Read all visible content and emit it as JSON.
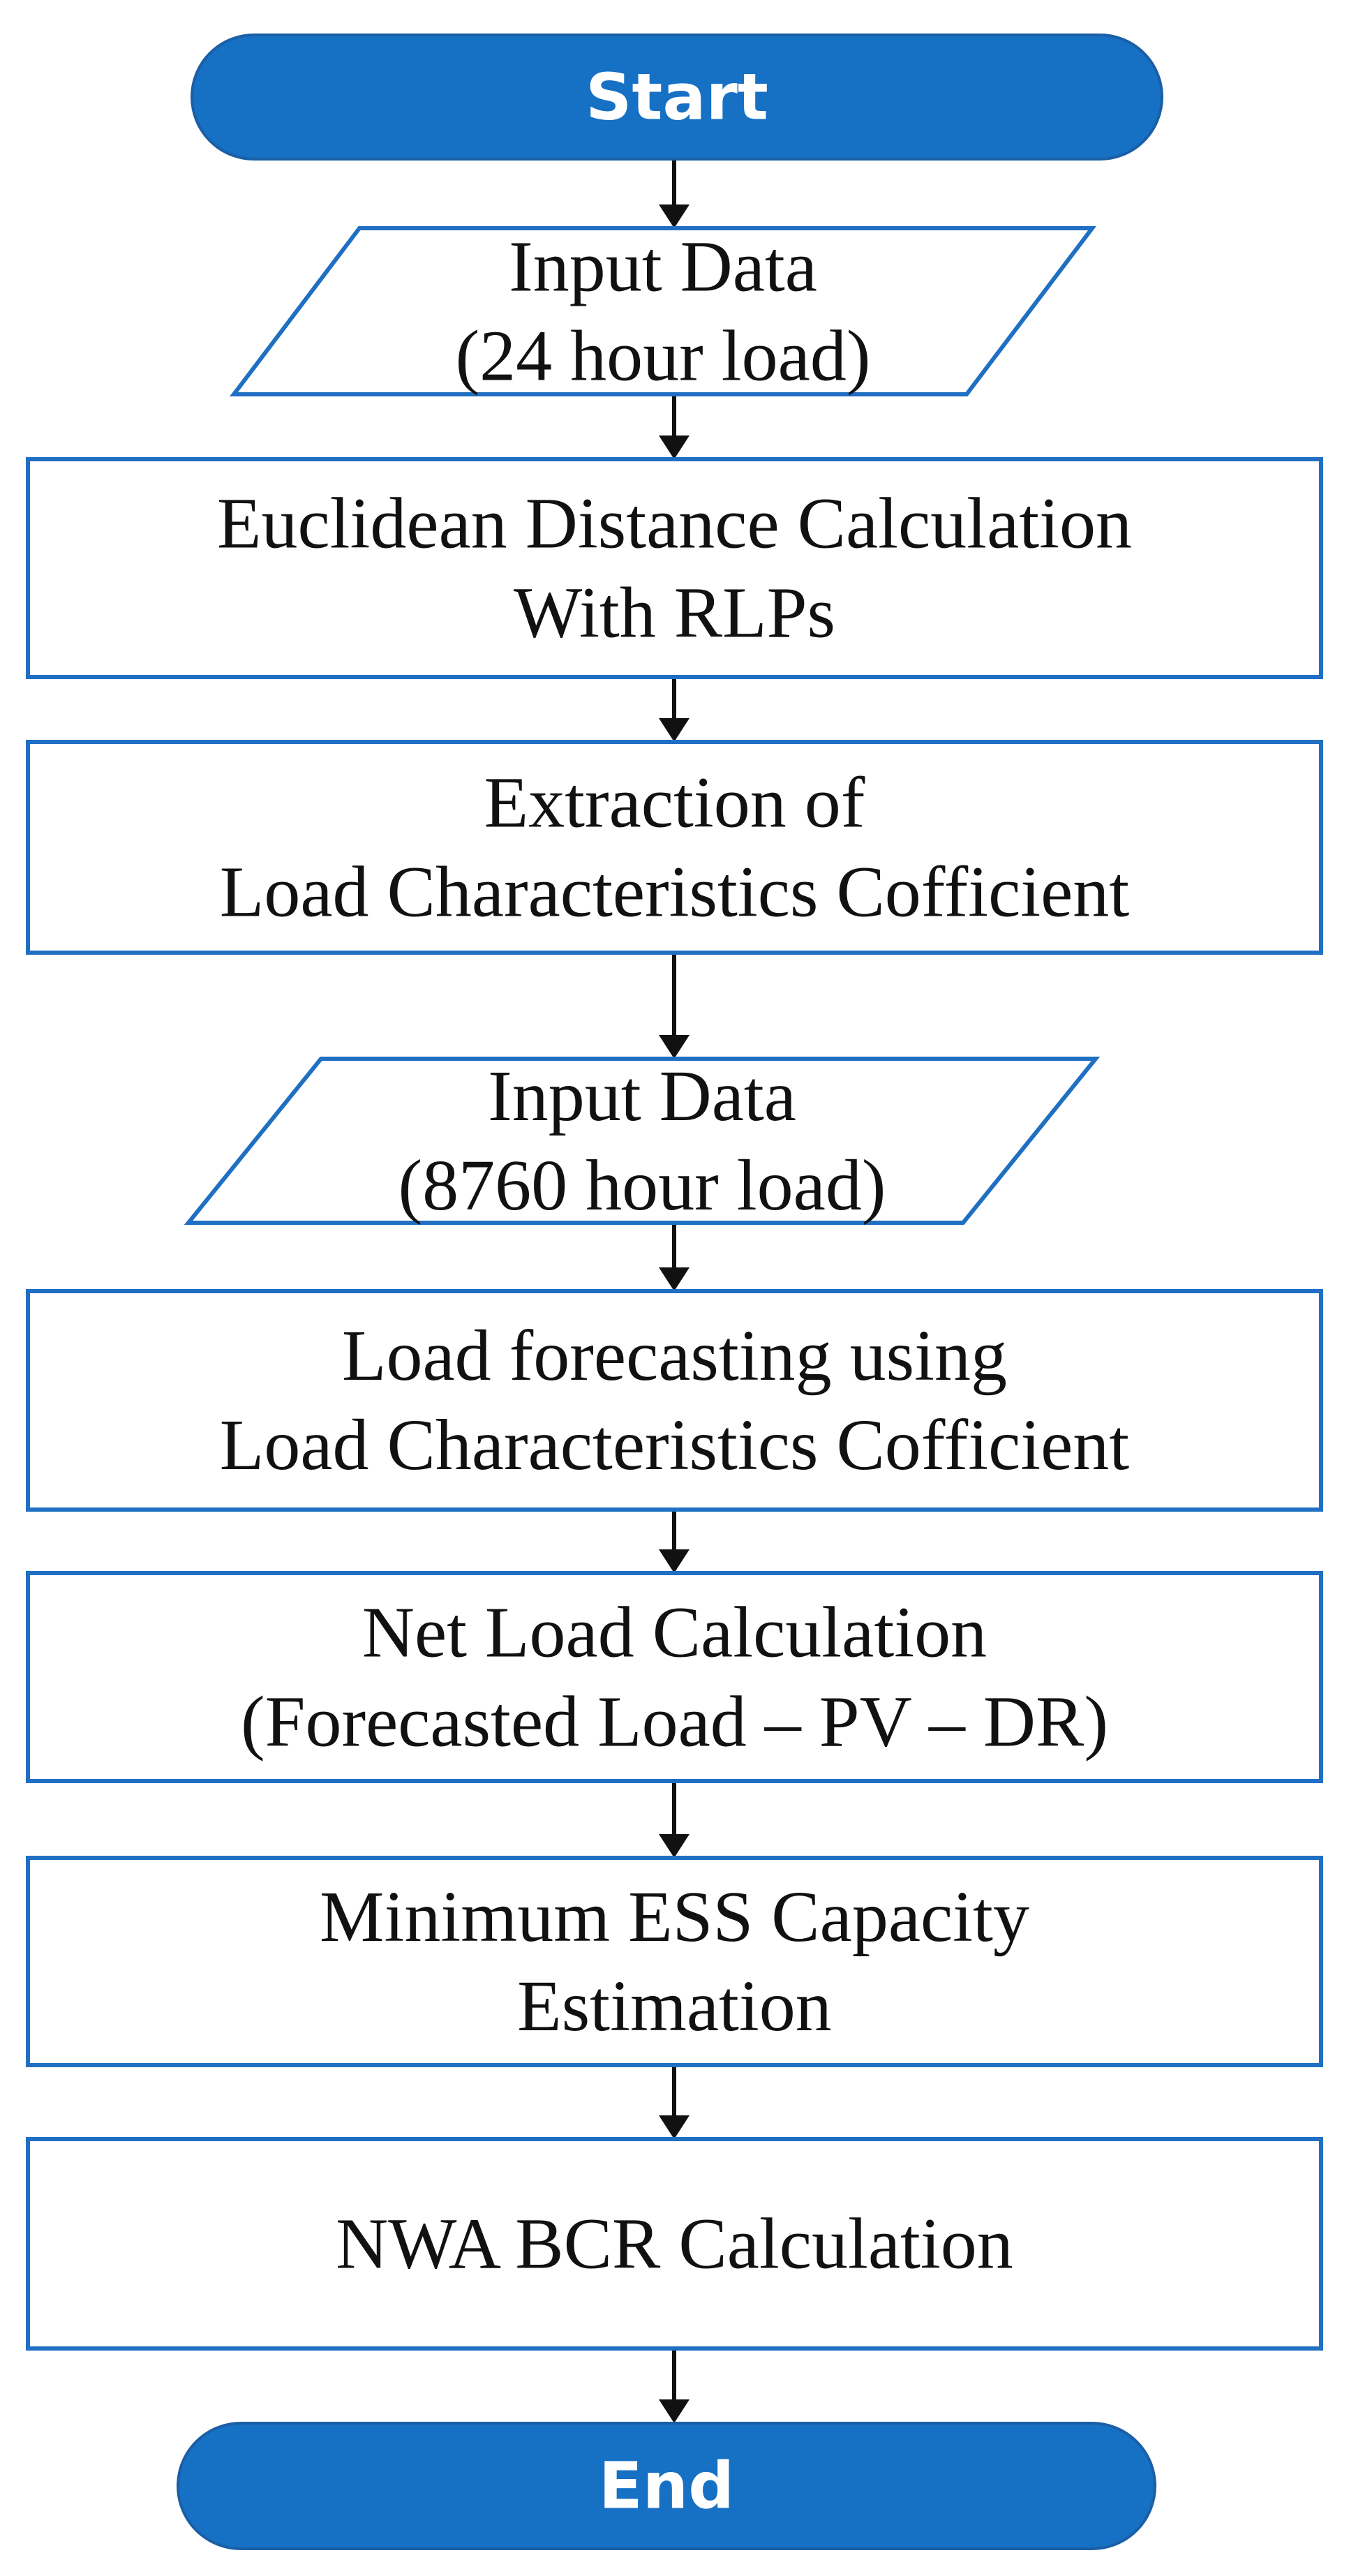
{
  "colors": {
    "terminal_fill": "#1670c4",
    "box_stroke": "#1f6fc2",
    "arrow": "#111111"
  },
  "nodes": [
    {
      "id": "start",
      "shape": "terminal",
      "lines": [
        "Start"
      ]
    },
    {
      "id": "input-24h",
      "shape": "parallelogram",
      "lines": [
        "Input Data",
        "(24 hour load)"
      ]
    },
    {
      "id": "euclidean",
      "shape": "process",
      "lines": [
        "Euclidean Distance Calculation",
        "With RLPs"
      ]
    },
    {
      "id": "extraction",
      "shape": "process",
      "lines": [
        "Extraction of",
        "Load Characteristics Cofficient"
      ]
    },
    {
      "id": "input-8760h",
      "shape": "parallelogram",
      "lines": [
        "Input Data",
        "(8760 hour load)"
      ]
    },
    {
      "id": "forecasting",
      "shape": "process",
      "lines": [
        "Load forecasting using",
        "Load Characteristics Cofficient"
      ]
    },
    {
      "id": "net-load",
      "shape": "process",
      "lines": [
        "Net Load Calculation",
        "(Forecasted Load – PV – DR)"
      ]
    },
    {
      "id": "ess-capacity",
      "shape": "process",
      "lines": [
        "Minimum ESS Capacity",
        "Estimation"
      ]
    },
    {
      "id": "nwa-bcr",
      "shape": "process",
      "lines": [
        "NWA BCR Calculation"
      ]
    },
    {
      "id": "end",
      "shape": "terminal",
      "lines": [
        "End"
      ]
    }
  ],
  "edges": [
    {
      "from": "start",
      "to": "input-24h"
    },
    {
      "from": "input-24h",
      "to": "euclidean"
    },
    {
      "from": "euclidean",
      "to": "extraction"
    },
    {
      "from": "extraction",
      "to": "input-8760h"
    },
    {
      "from": "input-8760h",
      "to": "forecasting"
    },
    {
      "from": "forecasting",
      "to": "net-load"
    },
    {
      "from": "net-load",
      "to": "ess-capacity"
    },
    {
      "from": "ess-capacity",
      "to": "nwa-bcr"
    },
    {
      "from": "nwa-bcr",
      "to": "end"
    }
  ]
}
